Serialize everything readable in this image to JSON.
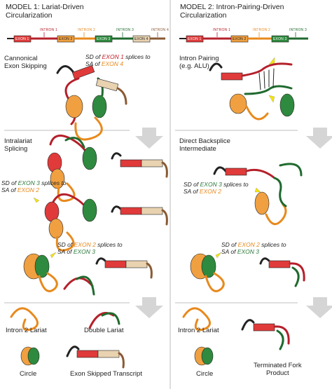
{
  "colors": {
    "exon1": "#e03a3a",
    "intron1": "#b5202a",
    "exon2": "#f0a040",
    "intron2": "#e8891c",
    "exon3": "#2e8a3e",
    "intron3": "#1f6a2e",
    "exon4": "#e8d2b0",
    "intron4": "#8a5a34",
    "arrow": "#d5d5d5",
    "highlight": "#f5e400"
  },
  "model1": {
    "title": "MODEL 1: Lariat-Driven\nCircularization",
    "gene": {
      "exons": [
        "EXON 1",
        "EXON 2",
        "EXON 3",
        "EXON 4"
      ],
      "introns": [
        "INTRON 1",
        "INTRON 2",
        "INTRON 3",
        "INTRON 4"
      ]
    },
    "step1": {
      "label": "Cannonical\nExon Skipping",
      "note": {
        "a": "SD of ",
        "b": "EXON 1",
        "c": " splices to",
        "d": "SA of ",
        "e": "EXON 4"
      }
    },
    "step2": {
      "label": "Intralariat\nSplicing",
      "note": {
        "a": "SD of ",
        "b": "EXON 3",
        "c": " splices to",
        "d": "SA of ",
        "e": "EXON 2"
      }
    },
    "step3": {
      "note": {
        "a": "SD of ",
        "b": "EXON 2",
        "c": " splices to",
        "d": "SA of ",
        "e": "EXON 3"
      }
    },
    "products": {
      "p1": "Intron 2 Lariat",
      "p2": "Double Lariat",
      "p3": "Circle",
      "p4": "Exon Skipped Transcript"
    }
  },
  "model2": {
    "title": "MODEL 2:  Intron-Pairing-Driven\nCircularization",
    "gene": {
      "exons": [
        "EXON 1",
        "EXON 2",
        "EXON 3"
      ],
      "introns": [
        "INTRON 1",
        "INTRON 2",
        "INTRON 3"
      ]
    },
    "step1": {
      "label": "Intron Pairing\n(e.g. ALU)"
    },
    "step2": {
      "label": "Direct Backsplice\nIntermediate",
      "note": {
        "a": "SD of ",
        "b": "EXON 3",
        "c": " splices to",
        "d": "SA of ",
        "e": "EXON 2"
      }
    },
    "step3": {
      "note": {
        "a": "SD of ",
        "b": "EXON 2",
        "c": " splices to",
        "d": "SA of ",
        "e": "EXON 3"
      }
    },
    "products": {
      "p1": "Intron 2 Lariat",
      "p2": "Circle",
      "p3": "Terminated Fork\nProduct"
    }
  }
}
